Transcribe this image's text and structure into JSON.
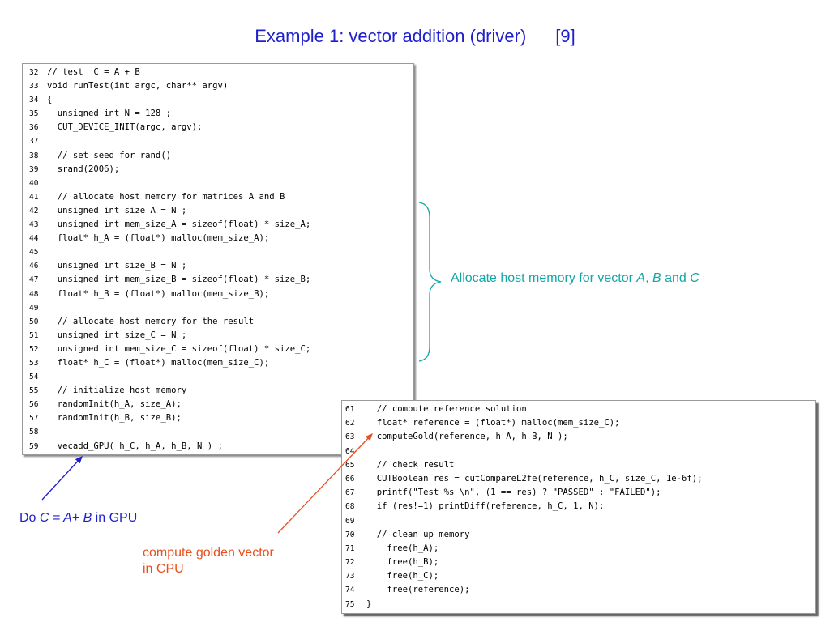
{
  "slide": {
    "title": "Example 1: vector addition (driver)",
    "ref": "[9]"
  },
  "code_main": [
    {
      "n": "32",
      "t": "// test  C = A + B"
    },
    {
      "n": "33",
      "t": "void runTest(int argc, char** argv)"
    },
    {
      "n": "34",
      "t": "{"
    },
    {
      "n": "35",
      "t": "  unsigned int N = 128 ;"
    },
    {
      "n": "36",
      "t": "  CUT_DEVICE_INIT(argc, argv);"
    },
    {
      "n": "37",
      "t": ""
    },
    {
      "n": "38",
      "t": "  // set seed for rand()"
    },
    {
      "n": "39",
      "t": "  srand(2006);"
    },
    {
      "n": "40",
      "t": ""
    },
    {
      "n": "41",
      "t": "  // allocate host memory for matrices A and B"
    },
    {
      "n": "42",
      "t": "  unsigned int size_A = N ;"
    },
    {
      "n": "43",
      "t": "  unsigned int mem_size_A = sizeof(float) * size_A;"
    },
    {
      "n": "44",
      "t": "  float* h_A = (float*) malloc(mem_size_A);"
    },
    {
      "n": "45",
      "t": ""
    },
    {
      "n": "46",
      "t": "  unsigned int size_B = N ;"
    },
    {
      "n": "47",
      "t": "  unsigned int mem_size_B = sizeof(float) * size_B;"
    },
    {
      "n": "48",
      "t": "  float* h_B = (float*) malloc(mem_size_B);"
    },
    {
      "n": "49",
      "t": ""
    },
    {
      "n": "50",
      "t": "  // allocate host memory for the result"
    },
    {
      "n": "51",
      "t": "  unsigned int size_C = N ;"
    },
    {
      "n": "52",
      "t": "  unsigned int mem_size_C = sizeof(float) * size_C;"
    },
    {
      "n": "53",
      "t": "  float* h_C = (float*) malloc(mem_size_C);"
    },
    {
      "n": "54",
      "t": ""
    },
    {
      "n": "55",
      "t": "  // initialize host memory"
    },
    {
      "n": "56",
      "t": "  randomInit(h_A, size_A);"
    },
    {
      "n": "57",
      "t": "  randomInit(h_B, size_B);"
    },
    {
      "n": "58",
      "t": ""
    },
    {
      "n": "59",
      "t": "  vecadd_GPU( h_C, h_A, h_B, N ) ;"
    }
  ],
  "code_second": [
    {
      "n": "61",
      "t": "  // compute reference solution"
    },
    {
      "n": "62",
      "t": "  float* reference = (float*) malloc(mem_size_C);"
    },
    {
      "n": "63",
      "t": "  computeGold(reference, h_A, h_B, N );"
    },
    {
      "n": "64",
      "t": ""
    },
    {
      "n": "65",
      "t": "  // check result"
    },
    {
      "n": "66",
      "t": "  CUTBoolean res = cutCompareL2fe(reference, h_C, size_C, 1e-6f);"
    },
    {
      "n": "67",
      "t": "  printf(\"Test %s \\n\", (1 == res) ? \"PASSED\" : \"FAILED\");"
    },
    {
      "n": "68",
      "t": "  if (res!=1) printDiff(reference, h_C, 1, N);"
    },
    {
      "n": "69",
      "t": ""
    },
    {
      "n": "70",
      "t": "  // clean up memory"
    },
    {
      "n": "71",
      "t": "    free(h_A);"
    },
    {
      "n": "72",
      "t": "    free(h_B);"
    },
    {
      "n": "73",
      "t": "    free(h_C);"
    },
    {
      "n": "74",
      "t": "    free(reference);"
    },
    {
      "n": "75",
      "t": "}"
    }
  ],
  "annotations": {
    "alloc": {
      "pre": "Allocate host memory for vector ",
      "a": "A",
      "sep1": ", ",
      "b": "B",
      "sep2": " and ",
      "c": "C"
    },
    "gpu": {
      "pre": "Do ",
      "expr": "C = A+ B",
      "post": " in GPU"
    },
    "cpu": {
      "line1": "compute golden vector",
      "line2": "in CPU"
    }
  },
  "colors": {
    "title": "#1f1fcc",
    "teal": "#12a7a7",
    "blue": "#1f1fcc",
    "orange": "#e8501e"
  }
}
